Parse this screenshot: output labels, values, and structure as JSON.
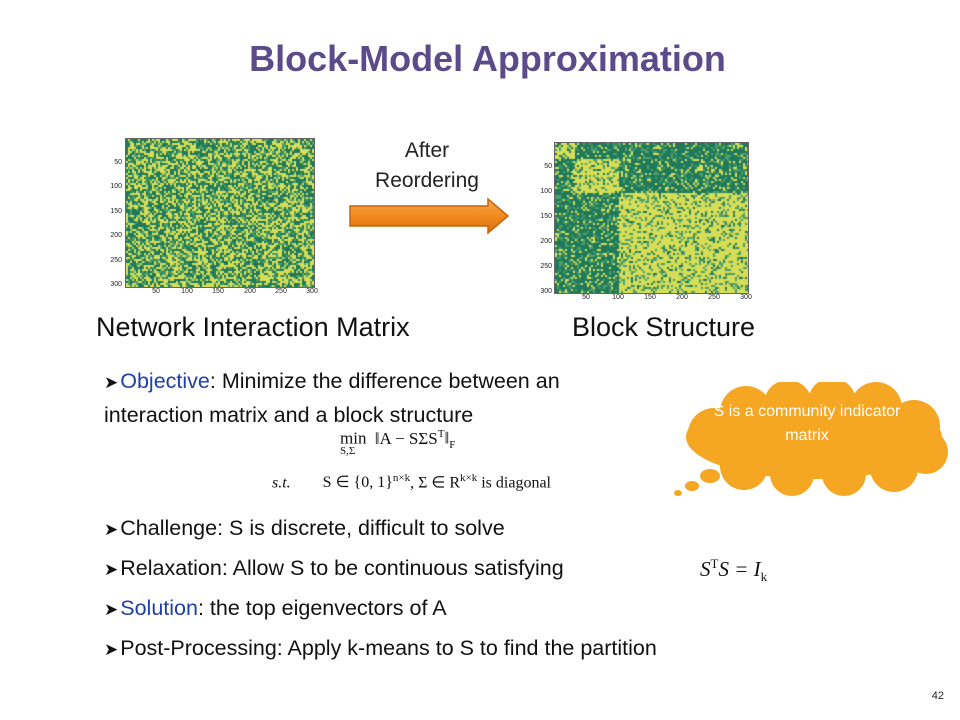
{
  "slide": {
    "title": "Block-Model Approximation",
    "arrow_label_line1": "After",
    "arrow_label_line2": "Reordering",
    "left_caption": "Network Interaction Matrix",
    "right_caption": "Block Structure",
    "page_number": "42"
  },
  "plots": {
    "left": {
      "yticks": [
        "50",
        "100",
        "150",
        "200",
        "250",
        "300"
      ],
      "xticks": [
        "50",
        "100",
        "150",
        "200",
        "250",
        "300"
      ]
    },
    "right": {
      "yticks": [
        "50",
        "100",
        "150",
        "200",
        "250",
        "300"
      ],
      "xticks": [
        "50",
        "100",
        "150",
        "200",
        "250",
        "300"
      ]
    },
    "colors": {
      "dark": "#1f7a5c",
      "mid": "#4f9f6a",
      "light": "#d6dd56"
    }
  },
  "bullets": {
    "objective": {
      "lead": "Objective",
      "rest": ": Minimize the difference between an interaction matrix and a block structure"
    },
    "challenge": "Challenge:  S is discrete, difficult to solve",
    "relaxation": "Relaxation: Allow S to be continuous satisfying",
    "solution": {
      "lead": "Solution",
      "rest": ": the top eigenvectors of A"
    },
    "postprocessing": "Post-Processing: Apply k-means to S to find the partition"
  },
  "math": {
    "objective_min": "min",
    "objective_sub": "S,Σ",
    "objective_expr": "‖A − SΣS",
    "objective_sup": "T",
    "objective_end": "‖",
    "objective_F": "F",
    "st": "s.t.",
    "constraint_a": "S ∈ {0, 1}",
    "constraint_a_sup": "n×k",
    "constraint_b": ", Σ ∈ R",
    "constraint_b_sup": "k×k",
    "constraint_end": " is diagonal",
    "relax_S": "S",
    "relax_T": "T",
    "relax_rest": "S = I",
    "relax_k": "k"
  },
  "callout": {
    "text": "S is a community indicator matrix",
    "fill": "#f5a623"
  },
  "arrow": {
    "fill": "#f28a1e"
  }
}
